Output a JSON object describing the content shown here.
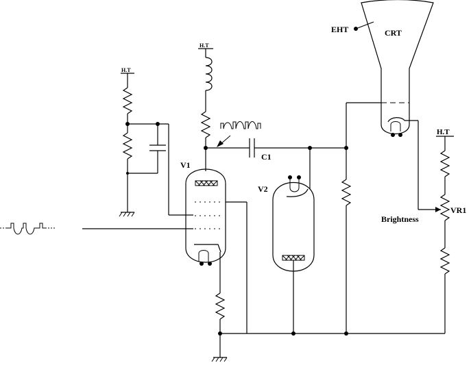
{
  "labels": {
    "ht_small_1": "H.T",
    "ht_small_2": "H.T",
    "ht_right": "H.T",
    "eht": "EHT",
    "crt": "CRT",
    "v1": "V1",
    "v2": "V2",
    "c1": "C1",
    "vr1": "VR1",
    "brightness": "Brightness"
  }
}
